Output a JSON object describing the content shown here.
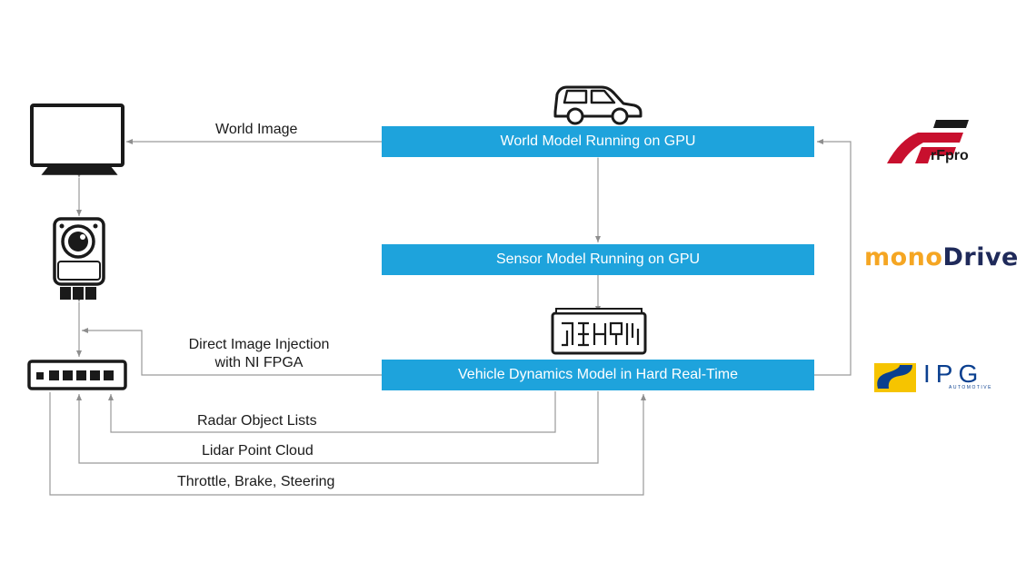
{
  "boxes": {
    "world_model": "World Model Running on GPU",
    "sensor_model": "Sensor Model Running on GPU",
    "vehicle_dynamics": "Vehicle Dynamics Model in Hard Real-Time"
  },
  "labels": {
    "world_image": "World Image",
    "direct_injection_line1": "Direct Image Injection",
    "direct_injection_line2": "with NI FPGA",
    "radar": "Radar Object Lists",
    "lidar": "Lidar Point Cloud",
    "throttle": "Throttle, Brake, Steering"
  },
  "logos": {
    "rfpro": "rFpro",
    "monodrive_mono": "mono",
    "monodrive_drive": "Drive",
    "ipg": "IPG",
    "ipg_sub": "AUTOMOTIVE"
  },
  "icons": [
    "monitor-icon",
    "camera-icon",
    "network-switch-icon",
    "car-icon",
    "real-time-target-icon"
  ],
  "colors": {
    "box_blue": "#1ea3dc",
    "line_gray": "#9a9a9a",
    "rfpro_red": "#c8102e",
    "monodrive_orange": "#f5a623",
    "monodrive_navy": "#1f2a5a",
    "ipg_blue": "#0a3f8f",
    "ipg_yellow": "#f6c400"
  }
}
